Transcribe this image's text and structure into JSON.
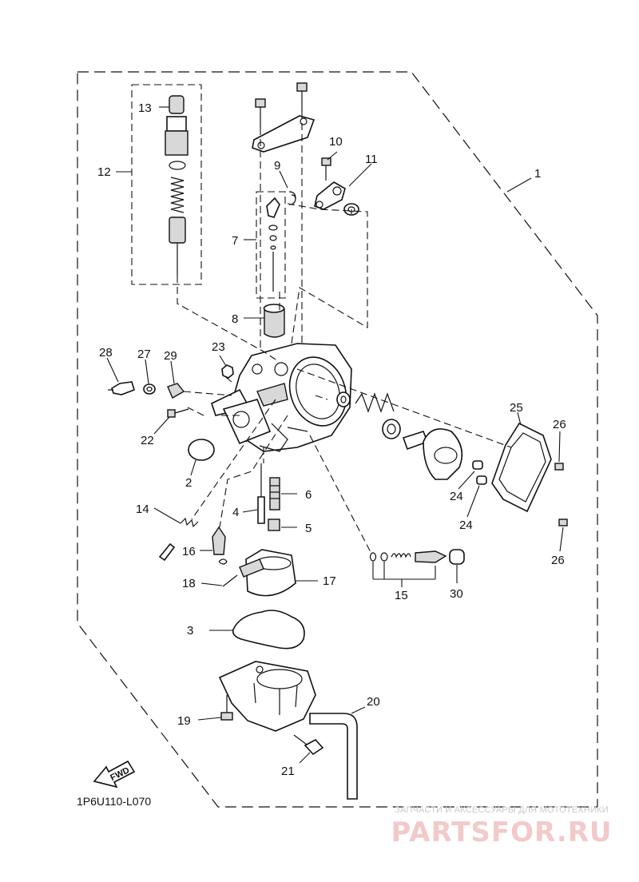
{
  "callouts": {
    "c1": "1",
    "c2": "2",
    "c3": "3",
    "c4": "4",
    "c5": "5",
    "c6": "6",
    "c7": "7",
    "c8": "8",
    "c9": "9",
    "c10": "10",
    "c11": "11",
    "c12": "12",
    "c13": "13",
    "c14": "14",
    "c15": "15",
    "c16": "16",
    "c17": "17",
    "c18": "18",
    "c19": "19",
    "c20": "20",
    "c21": "21",
    "c22": "22",
    "c23": "23",
    "c24a": "24",
    "c24b": "24",
    "c25": "25",
    "c26a": "26",
    "c26b": "26",
    "c27": "27",
    "c28": "28",
    "c29": "29",
    "c30": "30"
  },
  "diagram_code": "1P6U110-L070",
  "fwd_label": "FWD",
  "watermark": {
    "caption": "ЗАПЧАСТИ И АКСЕССУАРЫ ДЛЯ МОТОТЕХНИКИ",
    "logo_text": "PARTSFOR.RU"
  },
  "colors": {
    "line": "#111111",
    "watermark": "#f3c9c9"
  }
}
